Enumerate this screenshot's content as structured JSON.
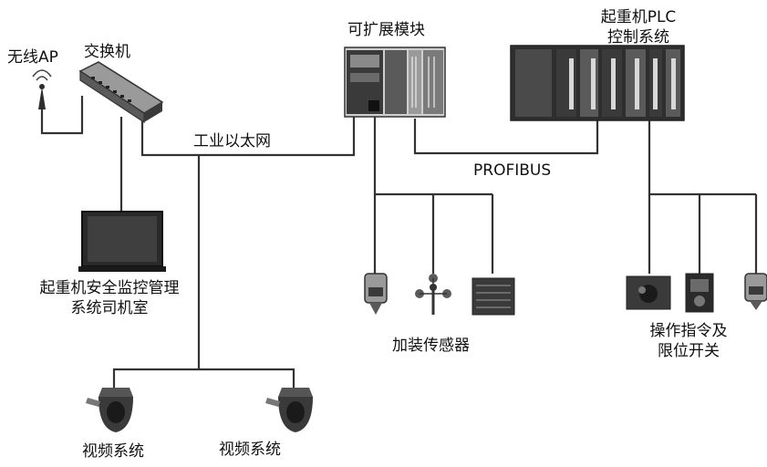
{
  "labels": {
    "wireless_ap": "无线AP",
    "switch": "交换机",
    "industrial_ethernet": "工业以太网",
    "expansion_module": "可扩展模块",
    "plc_line1": "起重机PLC",
    "plc_line2": "控制系统",
    "profibus": "PROFIBUS",
    "monitor_line1": "起重机安全监控管理",
    "monitor_line2": "系统司机室",
    "sensors": "加装传感器",
    "operation_line1": "操作指令及",
    "operation_line2": "限位开关",
    "video_1": "视频系统",
    "video_2": "视频系统"
  },
  "colors": {
    "line": "#333333",
    "device_dark": "#3a3a3a",
    "device_mid": "#8a8a8a",
    "device_light": "#cfcfcf"
  }
}
